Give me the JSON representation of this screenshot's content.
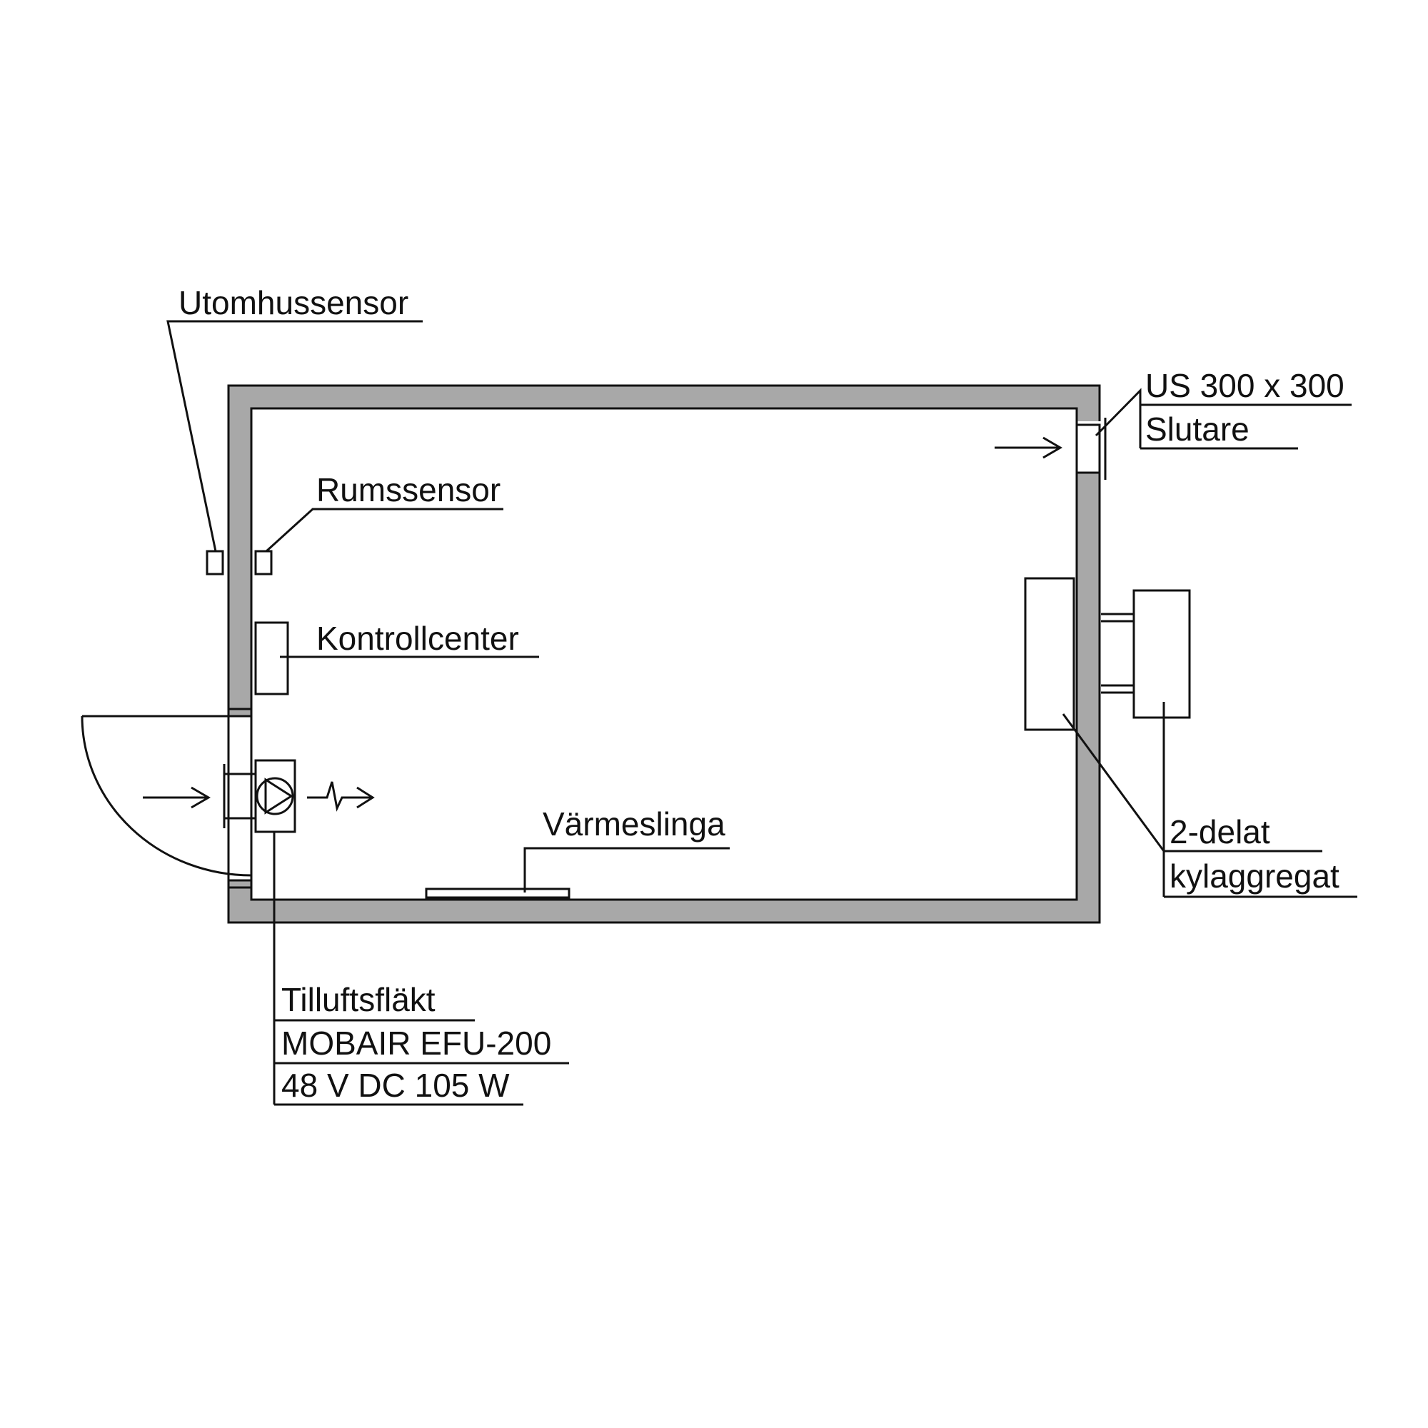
{
  "labels": {
    "outdoor_sensor": "Utomhussensor",
    "room_sensor": "Rumssensor",
    "control_center": "Kontrollcenter",
    "heating_coil": "Värmeslinga",
    "shutter_line1": "US 300 x 300",
    "shutter_line2": "Slutare",
    "cooling_line1": "2-delat",
    "cooling_line2": "kylaggregat",
    "fan_line1": "Tilluftsfläkt",
    "fan_line2": "MOBAIR EFU-200",
    "fan_line3": "48 V DC 105 W"
  },
  "colors": {
    "wall_fill": "#a8a8a8",
    "line": "#111111",
    "background": "#ffffff"
  }
}
